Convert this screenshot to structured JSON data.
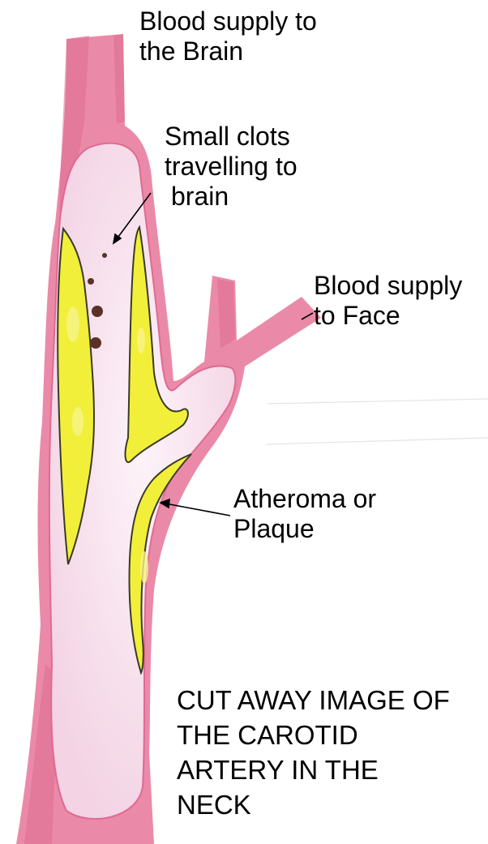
{
  "labels": {
    "brain_supply": [
      "Blood supply to",
      "the Brain"
    ],
    "clots": [
      "Small clots",
      "travelling to",
      "brain"
    ],
    "face_supply": [
      "Blood supply",
      "to Face"
    ],
    "plaque": [
      "Atheroma or",
      "Plaque"
    ],
    "caption": [
      "CUT AWAY IMAGE OF",
      "THE CAROTID",
      "ARTERY IN THE",
      "NECK"
    ]
  },
  "colors": {
    "artery_wall": "#ea8aa8",
    "artery_wall_dark": "#d9557f",
    "lumen": "#f6dceb",
    "lumen_light": "#fbeef6",
    "plaque": "#f2ef3a",
    "plaque_light": "#f8f48a",
    "clot": "#5a3027",
    "outline": "#3a3a2a"
  }
}
